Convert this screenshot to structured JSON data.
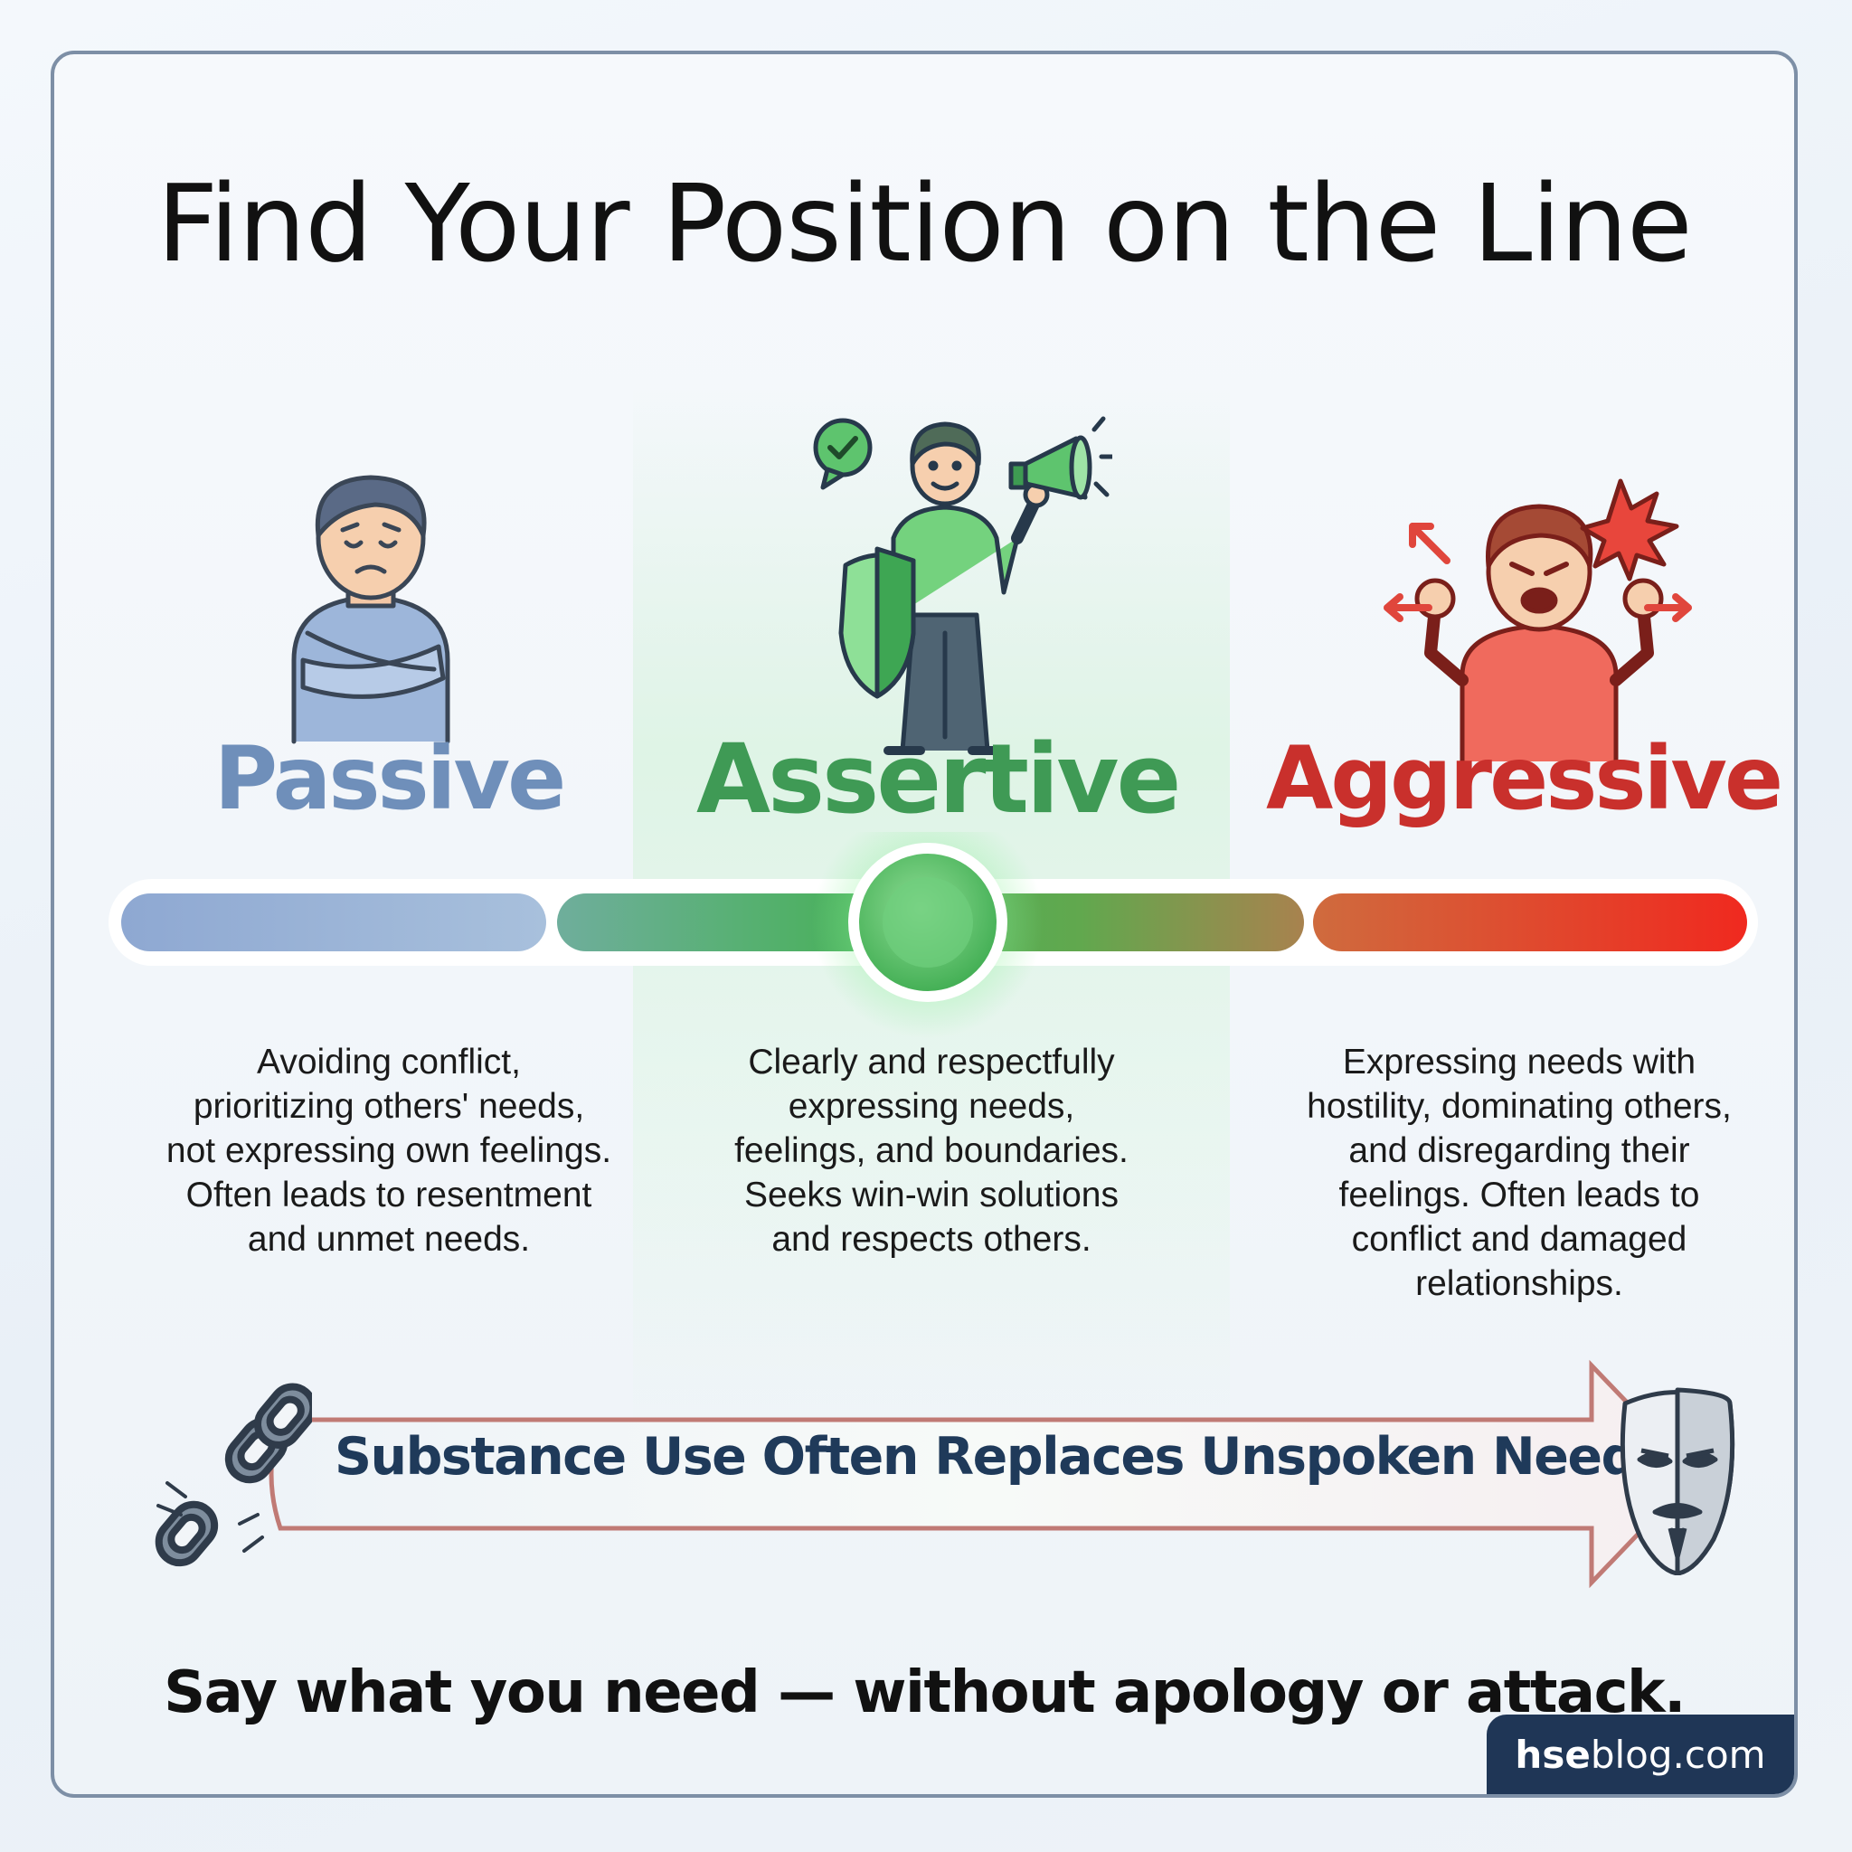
{
  "title": "Find Your Position on the Line",
  "columns": [
    {
      "label": "Passive",
      "color": "#6f8fba",
      "icon": "passive-person-icon",
      "description": [
        "Avoiding conflict,",
        "prioritizing others' needs,",
        "not expressing own feelings.",
        "Often leads to resentment",
        "and unmet needs."
      ]
    },
    {
      "label": "Assertive",
      "color": "#3f9a55",
      "icon": "assertive-person-icon",
      "description": [
        "Clearly and respectfully",
        "expressing needs,",
        "feelings, and boundaries.",
        "Seeks win-win solutions",
        "and respects others."
      ]
    },
    {
      "label": "Aggressive",
      "color": "#c9302c",
      "icon": "aggressive-person-icon",
      "description": [
        "Expressing needs with",
        "hostility, dominating others,",
        "and disregarding their",
        "feelings. Often leads to",
        "conflict and damaged",
        "relationships."
      ]
    }
  ],
  "banner": {
    "text": "Substance Use Often Replaces Unspoken Needs",
    "left_icon": "broken-chain-icon",
    "right_icon": "mask-icon"
  },
  "tagline": "Say what you need — without apology or attack.",
  "brand": {
    "bold": "hse",
    "rest": "blog.com"
  }
}
